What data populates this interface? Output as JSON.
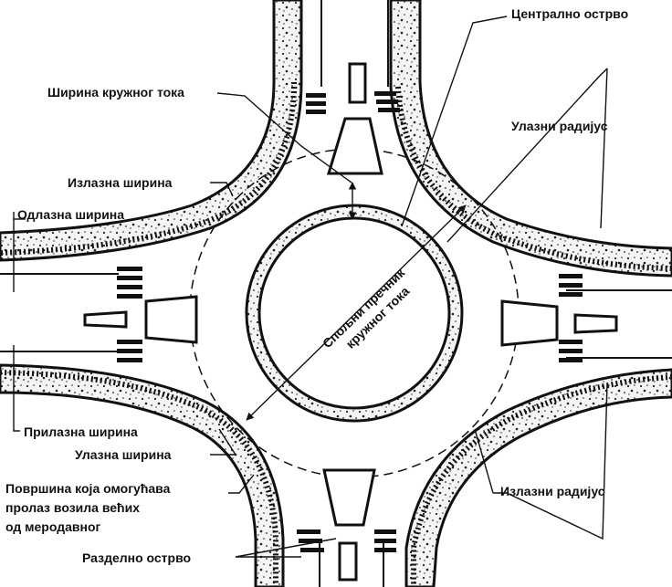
{
  "labels": {
    "central_island": "Централно острво",
    "circulatory_width": "Ширина кружног тока",
    "entry_radius": "Улазни радијус",
    "exit_width": "Излазна ширина",
    "departure_width": "Одлазна ширина",
    "approach_width": "Прилазна ширина",
    "entry_width": "Улазна ширина",
    "apron_line1": "Површина која омогућава",
    "apron_line2": "пролаз возила већих",
    "apron_line3": "од меродавног",
    "splitter_island": "Разделно острво",
    "exit_radius": "Излазни радијус",
    "diameter_line1": "Спољни пречник",
    "diameter_line2": "кружног тока"
  },
  "colors": {
    "ink": "#111111",
    "sidewalk_fill": "#f2f2f2",
    "background": "#ffffff"
  }
}
